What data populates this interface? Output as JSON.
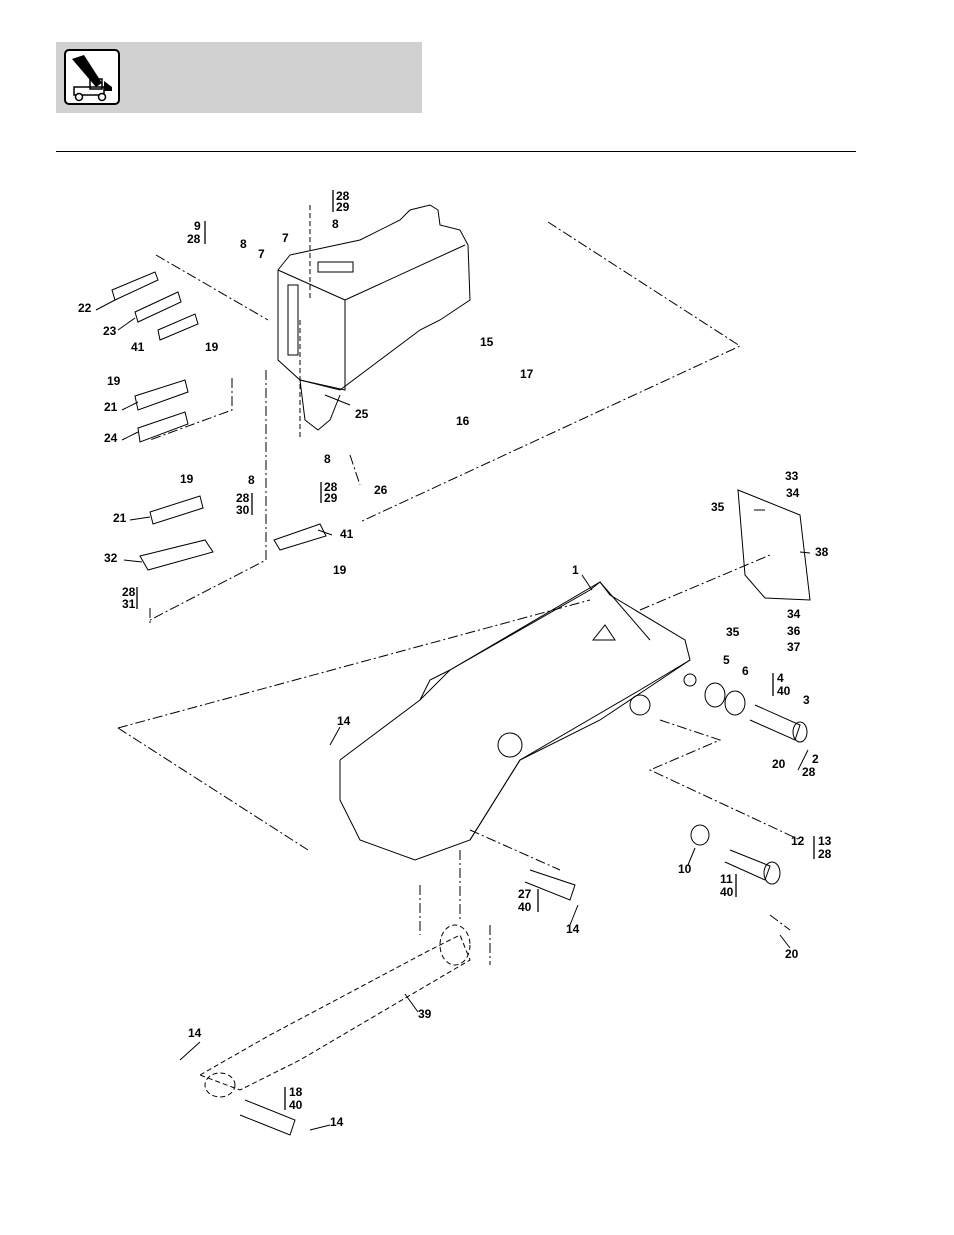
{
  "header": {
    "icon": "telehandler-boom-icon"
  },
  "diagram": {
    "labels": [
      {
        "id": "l1",
        "text": "1"
      },
      {
        "id": "l2",
        "text": "2"
      },
      {
        "id": "l2b",
        "text": "28"
      },
      {
        "id": "l3",
        "text": "3"
      },
      {
        "id": "l4",
        "text": "4"
      },
      {
        "id": "l4b",
        "text": "40"
      },
      {
        "id": "l5",
        "text": "5"
      },
      {
        "id": "l6",
        "text": "6"
      },
      {
        "id": "l7a",
        "text": "7"
      },
      {
        "id": "l7b",
        "text": "7"
      },
      {
        "id": "l8a",
        "text": "8"
      },
      {
        "id": "l8b",
        "text": "8"
      },
      {
        "id": "l8c",
        "text": "8"
      },
      {
        "id": "l8d",
        "text": "8"
      },
      {
        "id": "l9",
        "text": "9"
      },
      {
        "id": "l9b",
        "text": "28"
      },
      {
        "id": "l10",
        "text": "10"
      },
      {
        "id": "l11",
        "text": "11"
      },
      {
        "id": "l11b",
        "text": "40"
      },
      {
        "id": "l12",
        "text": "12"
      },
      {
        "id": "l13",
        "text": "13"
      },
      {
        "id": "l13b",
        "text": "28"
      },
      {
        "id": "l14a",
        "text": "14"
      },
      {
        "id": "l14b",
        "text": "14"
      },
      {
        "id": "l14c",
        "text": "14"
      },
      {
        "id": "l14d",
        "text": "14"
      },
      {
        "id": "l15",
        "text": "15"
      },
      {
        "id": "l16",
        "text": "16"
      },
      {
        "id": "l17",
        "text": "17"
      },
      {
        "id": "l18",
        "text": "18"
      },
      {
        "id": "l18b",
        "text": "40"
      },
      {
        "id": "l19a",
        "text": "19"
      },
      {
        "id": "l19b",
        "text": "19"
      },
      {
        "id": "l19c",
        "text": "19"
      },
      {
        "id": "l19d",
        "text": "19"
      },
      {
        "id": "l20a",
        "text": "20"
      },
      {
        "id": "l20b",
        "text": "20"
      },
      {
        "id": "l21a",
        "text": "21"
      },
      {
        "id": "l21b",
        "text": "21"
      },
      {
        "id": "l22",
        "text": "22"
      },
      {
        "id": "l23",
        "text": "23"
      },
      {
        "id": "l24",
        "text": "24"
      },
      {
        "id": "l25",
        "text": "25"
      },
      {
        "id": "l26",
        "text": "26"
      },
      {
        "id": "l27",
        "text": "27"
      },
      {
        "id": "l27b",
        "text": "40"
      },
      {
        "id": "l28a",
        "text": "28"
      },
      {
        "id": "l28b",
        "text": "29"
      },
      {
        "id": "l28c",
        "text": "28"
      },
      {
        "id": "l28d",
        "text": "29"
      },
      {
        "id": "l28e",
        "text": "28"
      },
      {
        "id": "l28f",
        "text": "30"
      },
      {
        "id": "l28g",
        "text": "28"
      },
      {
        "id": "l28h",
        "text": "31"
      },
      {
        "id": "l32",
        "text": "32"
      },
      {
        "id": "l33",
        "text": "33"
      },
      {
        "id": "l34a",
        "text": "34"
      },
      {
        "id": "l34b",
        "text": "34"
      },
      {
        "id": "l35a",
        "text": "35"
      },
      {
        "id": "l35b",
        "text": "35"
      },
      {
        "id": "l36",
        "text": "36"
      },
      {
        "id": "l37",
        "text": "37"
      },
      {
        "id": "l38",
        "text": "38"
      },
      {
        "id": "l39",
        "text": "39"
      },
      {
        "id": "l41a",
        "text": "41"
      },
      {
        "id": "l41b",
        "text": "41"
      }
    ]
  }
}
